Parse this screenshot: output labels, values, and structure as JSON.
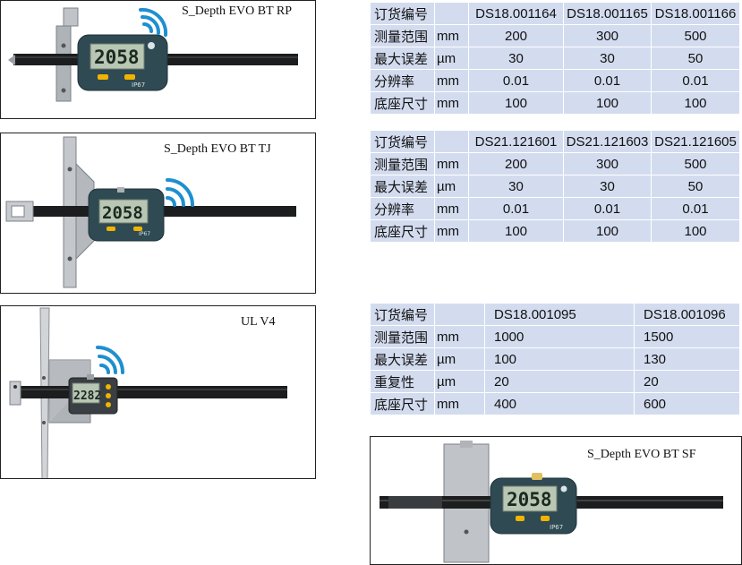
{
  "products": [
    {
      "caption": "S_Depth EVO BT RP",
      "lcd": "2058"
    },
    {
      "caption": "S_Depth EVO BT TJ",
      "lcd": "2058"
    },
    {
      "caption": "UL V4",
      "lcd": "2282"
    },
    {
      "caption": "S_Depth EVO BT SF",
      "lcd": "2058"
    }
  ],
  "brand_mark": "IP67",
  "tables": [
    {
      "rows": [
        {
          "label": "订货编号",
          "unit": "",
          "values": [
            "DS18.001164",
            "DS18.001165",
            "DS18.001166"
          ]
        },
        {
          "label": "测量范围",
          "unit": "mm",
          "values": [
            "200",
            "300",
            "500"
          ]
        },
        {
          "label": "最大误差",
          "unit": "µm",
          "values": [
            "30",
            "30",
            "50"
          ]
        },
        {
          "label": "分辨率",
          "unit": "mm",
          "values": [
            "0.01",
            "0.01",
            "0.01"
          ]
        },
        {
          "label": "底座尺寸",
          "unit": "mm",
          "values": [
            "100",
            "100",
            "100"
          ]
        }
      ]
    },
    {
      "rows": [
        {
          "label": "订货编号",
          "unit": "",
          "values": [
            "DS21.121601",
            "DS21.121603",
            "DS21.121605"
          ]
        },
        {
          "label": "测量范围",
          "unit": "mm",
          "values": [
            "200",
            "300",
            "500"
          ]
        },
        {
          "label": "最大误差",
          "unit": "µm",
          "values": [
            "30",
            "30",
            "50"
          ]
        },
        {
          "label": "分辨率",
          "unit": "mm",
          "values": [
            "0.01",
            "0.01",
            "0.01"
          ]
        },
        {
          "label": "底座尺寸",
          "unit": "mm",
          "values": [
            "100",
            "100",
            "100"
          ]
        }
      ]
    },
    {
      "rows": [
        {
          "label": "订货编号",
          "unit": "",
          "values": [
            "DS18.001095",
            "DS18.001096"
          ]
        },
        {
          "label": "测量范围",
          "unit": "mm",
          "values": [
            "1000",
            "1500"
          ]
        },
        {
          "label": "最大误差",
          "unit": "µm",
          "values": [
            "100",
            "130"
          ]
        },
        {
          "label": "重复性",
          "unit": "µm",
          "values": [
            "20",
            "20"
          ]
        },
        {
          "label": "底座尺寸",
          "unit": "mm",
          "values": [
            "400",
            "600"
          ]
        }
      ]
    }
  ],
  "colors": {
    "table_bg": "#d3dcef",
    "wifi": "#1e8fd0",
    "lcd": "#b8c6b4",
    "body": "#2f4a52"
  }
}
